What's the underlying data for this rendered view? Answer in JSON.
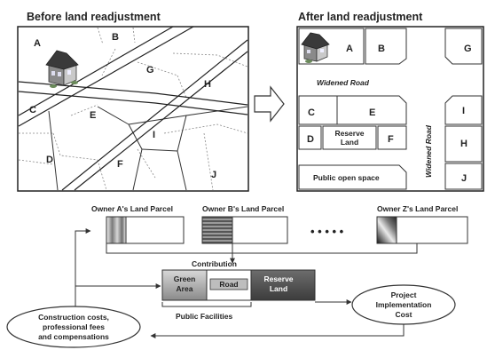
{
  "titles": {
    "before": "Before land readjustment",
    "after": "After land readjustment"
  },
  "before_map": {
    "labels": [
      "A",
      "B",
      "G",
      "H",
      "C",
      "E",
      "I",
      "D",
      "F",
      "J"
    ]
  },
  "after_map": {
    "labels": [
      "A",
      "B",
      "G",
      "C",
      "E",
      "I",
      "H",
      "D",
      "F",
      "J"
    ],
    "widened_road_h": "Widened Road",
    "widened_road_v": "Widened Road",
    "reserve_land": [
      "Reserve",
      "Land"
    ],
    "public_open_space": "Public open space"
  },
  "parcels": {
    "owner_a": "Owner A's Land Parcel",
    "owner_b": "Owner B's Land Parcel",
    "owner_z": "Owner Z's Land Parcel",
    "ellipsis": "• • • • •"
  },
  "contribution": {
    "label": "Contribution",
    "green_area": [
      "Green",
      "Area"
    ],
    "road": "Road",
    "reserve_land": [
      "Reserve",
      "Land"
    ],
    "public_facilities": "Public Facilities"
  },
  "costs": {
    "construction": [
      "Construction costs,",
      "professional fees",
      "and compensations"
    ],
    "project": [
      "Project",
      "Implementation",
      "Cost"
    ]
  }
}
